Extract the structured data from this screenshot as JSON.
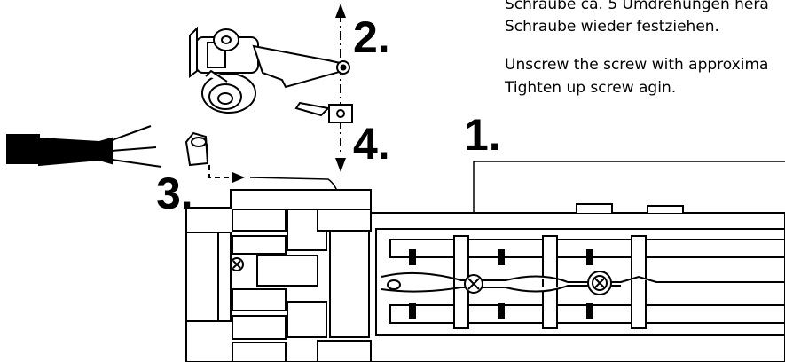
{
  "instructions": {
    "de_line1": "Schraube ca. 5 Umdrehungen hera",
    "de_line2": "Schraube wieder festziehen.",
    "en_line1": "Unscrew the screw with approxima",
    "en_line2": "Tighten up screw agin."
  },
  "steps": {
    "step1": "1.",
    "step2": "2.",
    "step3": "3.",
    "step4": "4."
  }
}
